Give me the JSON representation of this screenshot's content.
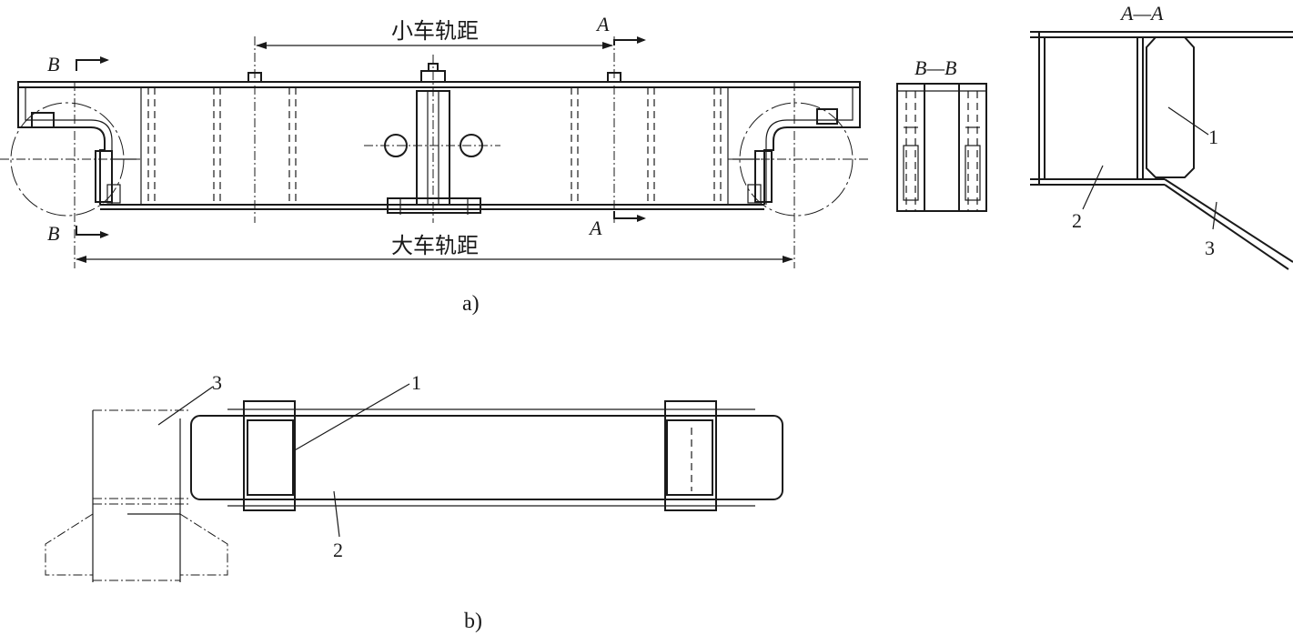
{
  "figure": {
    "part_a": {
      "caption": "a)",
      "dim_top": "小车轨距",
      "dim_bottom": "大车轨距",
      "section_A": "A",
      "section_B": "B",
      "view_BB_title": "B—B",
      "view_AA_title": "A—A",
      "callouts": [
        "1",
        "2",
        "3"
      ]
    },
    "part_b": {
      "caption": "b)",
      "callouts": [
        "3",
        "1",
        "2"
      ]
    }
  }
}
